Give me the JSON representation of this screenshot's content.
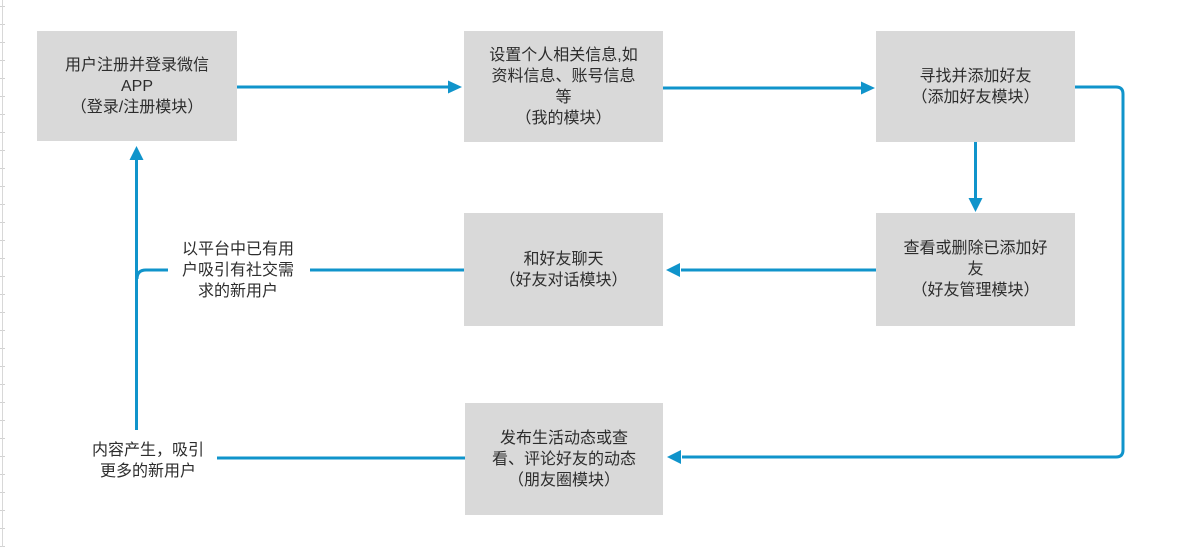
{
  "diagram": {
    "colors": {
      "connector": "#1094cb",
      "node_fill": "#d9d9d9",
      "node_text": "#2d2d2d",
      "page_edge": "#d8d8d8"
    },
    "nodes": [
      {
        "id": "register-login",
        "lines": [
          "用户注册并登录微信",
          "APP",
          "（登录/注册模块）"
        ]
      },
      {
        "id": "profile-setup",
        "lines": [
          "设置个人相关信息,如",
          "资料信息、账号信息",
          "等",
          "（我的模块）"
        ]
      },
      {
        "id": "add-friends",
        "lines": [
          "寻找并添加好友",
          "（添加好友模块）"
        ]
      },
      {
        "id": "manage-friends",
        "lines": [
          "查看或删除已添加好",
          "友",
          "（好友管理模块）"
        ]
      },
      {
        "id": "friend-chat",
        "lines": [
          "和好友聊天",
          "（好友对话模块）"
        ]
      },
      {
        "id": "moments",
        "lines": [
          "发布生活动态或查",
          "看、评论好友的动态",
          "（朋友圈模块）"
        ]
      }
    ],
    "labels": [
      {
        "id": "attract-new-users",
        "lines": [
          "以平台中已有用",
          "户吸引有社交需",
          "求的新用户"
        ]
      },
      {
        "id": "content-growth",
        "lines": [
          "内容产生，吸引",
          "更多的新用户"
        ]
      }
    ]
  }
}
